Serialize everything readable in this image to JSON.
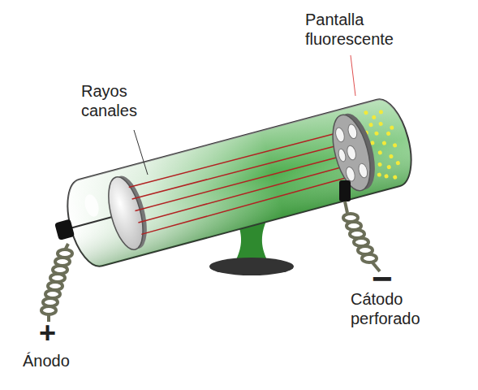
{
  "diagram": {
    "labels": [
      "Rayos canales",
      "Pantalla fluorescente",
      "+",
      "Ánodo",
      "−",
      "Cátodo perforado"
    ]
  }
}
